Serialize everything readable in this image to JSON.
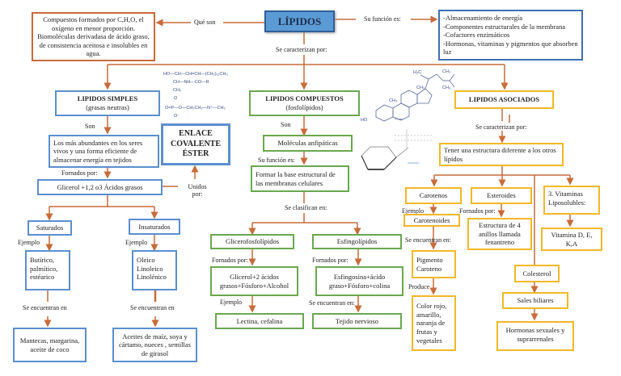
{
  "title": "LÍPIDOS",
  "connectors": {
    "que_son": "Qué son",
    "su_funcion": "Su función es:",
    "se_caracterizan": "Se caracterizan por:"
  },
  "definition": "Compuestos formados por C,H,O, el oxígeno en menor proporción. Biomoléculas derivadasa de ácido graso, de consistencia aceitosa e insolubles en agua.",
  "functions": [
    "-Almacenamiento de energía",
    "-Componentes estructurales de la membrana",
    "-Cofactores enzimáticos",
    "-Hormonas, vitaminas y pigmentos que absorben luz"
  ],
  "simples": {
    "title": "LIPIDOS SIMPLES",
    "subtitle": "(grasas neutras)",
    "son": "Son",
    "desc": "Los más abundantes en los seres vivos y una forma eficiente de almacenar energía en tejidos",
    "formados": "Fornados por:",
    "composition": "Glicerol +1,2 o3 Ácidos grasos",
    "unidos": "Unidos por:",
    "enlace": "ENLACE COVALENTE ÉSTER",
    "saturados": {
      "title": "Saturados",
      "ejemplo": "Ejemplo",
      "examples": "Butírico, palmítico, estéarico",
      "se_encuentran": "Se encuentran en",
      "found": "Mantecas, margarina, aceite de coco"
    },
    "insaturados": {
      "title": "Insaturados",
      "ejemplo": "Ejemplo",
      "examples": "Oleico Linoleico Linolénico",
      "se_encuentran": "Se encuentran en",
      "found": "Aceites de maíz, soya y cártamo, nueces , semillas de girasol"
    }
  },
  "compuestos": {
    "title": "LIPIDOS COMPUESTOS",
    "subtitle": "(fosfolípidos)",
    "son": "Son",
    "desc": "Moléculas anfipáticas",
    "su_funcion": "Su función es:",
    "function": "Formar la base estructural de las membranas celulares",
    "se_clasifican": "Se clasifican en:",
    "glicero": {
      "title": "Glicerofosfolípidos",
      "formados": "Fornados por:",
      "composition": "Glicerol+2 ácidos grasos+Fósforo+Alcohol",
      "ejemplo": "Ejemplo",
      "example": "Lectina, cefalina"
    },
    "esfingo": {
      "title": "Esfingolípidos",
      "formados": "Fornados por:",
      "composition": "Esfingosina+ácido graso+Fósforo+colina",
      "se_encuentran": "Se encuentran en:",
      "found": "Tejido nervioso"
    }
  },
  "asociados": {
    "title": "LIPIDOS ASOCIADOS",
    "se_caracterizan": "Se caracterizan por:",
    "desc": "Tener una estructura diferente a los otros lípidos",
    "carotenos": {
      "title": "Carotenos",
      "ejemplo": "Ejemplo",
      "example": "Carotenoides",
      "se_encuentran": "Se encuentran en:",
      "found": "Pigmento Caroteno",
      "produce": "Produce",
      "result": "Color rojo, amarillo, naranja de frutas y vegetales"
    },
    "esteroides": {
      "title": "Esteroides",
      "formados": "Fornados por:",
      "structure": "Estructura de 4 anillos llamada fenantreno",
      "colesterol": "Colesterol",
      "sales": "Sales biliares",
      "hormonas": "Hormonas sexuales y suprarrenales"
    },
    "vitaminas": {
      "title": "3. Vitaminas Liposolubles:",
      "list": "Vitamina D, E, K,A"
    }
  },
  "chem": {
    "sphingo_l1": "HO—CH—CH=CH—(CH₂)₁₂CH₃",
    "sphingo_l2": "CH—NH—CO—R",
    "sphingo_l3": "CH₂",
    "sphingo_l4": "O",
    "sphingo_l5": "O=P—O—CH₂CH₂—N⁺—CH₃",
    "sphingo_l6": "O⁻",
    "chol_ho": "HO",
    "chol_ch3a": "CH₃",
    "chol_ch3b": "CH₃",
    "chol_h3c": "H₃C",
    "chol_ch3c": "CH₃",
    "chol_ch3d": "CH₃"
  },
  "colors": {
    "connector": "#c96b3a",
    "simples": "#5b8fcf",
    "compuestos": "#6aa84f",
    "asociados": "#f2b827",
    "title_bg": "#5b9bd5"
  }
}
